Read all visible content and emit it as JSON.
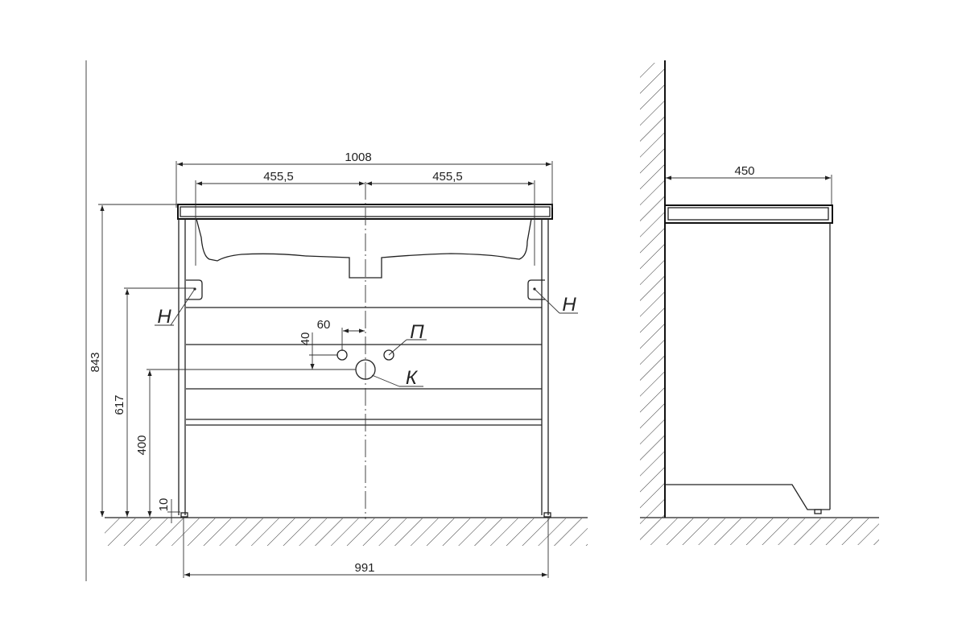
{
  "front_view": {
    "dimensions": {
      "overall_width": "1008",
      "left_half": "455,5",
      "right_half": "455,5",
      "height_total": "843",
      "height_brackets": "617",
      "height_drain": "400",
      "leg_height": "10",
      "base_width": "991",
      "supply_offset_x": "60",
      "supply_offset_y": "40"
    },
    "labels": {
      "bracket_left": "Н",
      "bracket_right": "Н",
      "water_supply": "П",
      "drain": "К"
    }
  },
  "side_view": {
    "dimensions": {
      "depth": "450"
    }
  }
}
